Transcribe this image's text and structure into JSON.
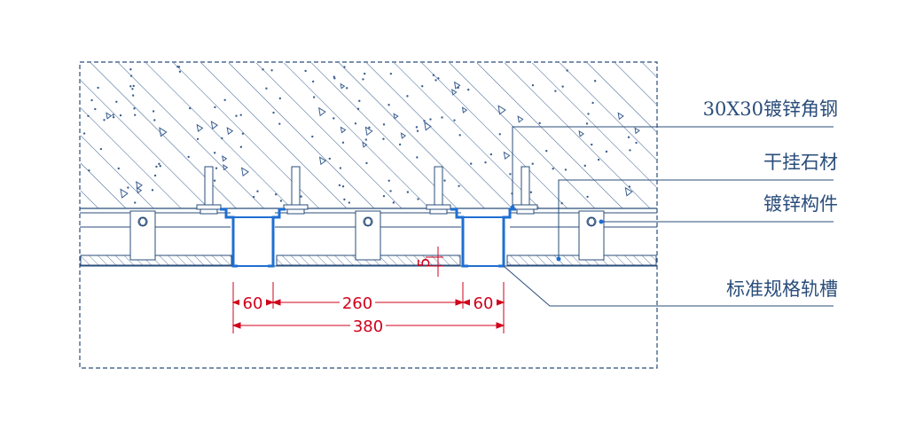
{
  "callouts": {
    "angle_steel": "30X30镀锌角钢",
    "stone": "干挂石材",
    "galvanized_part": "镀锌构件",
    "rail_groove": "标准规格轨槽"
  },
  "dimensions": {
    "left_60": "60",
    "mid_260": "260",
    "right_60": "60",
    "total_380": "380",
    "small_5": "5"
  },
  "colors": {
    "line": "#2a4d7a",
    "blue_accent": "#1f6fd1",
    "dimension": "#d0021b",
    "hatch": "#3a5f8f"
  }
}
